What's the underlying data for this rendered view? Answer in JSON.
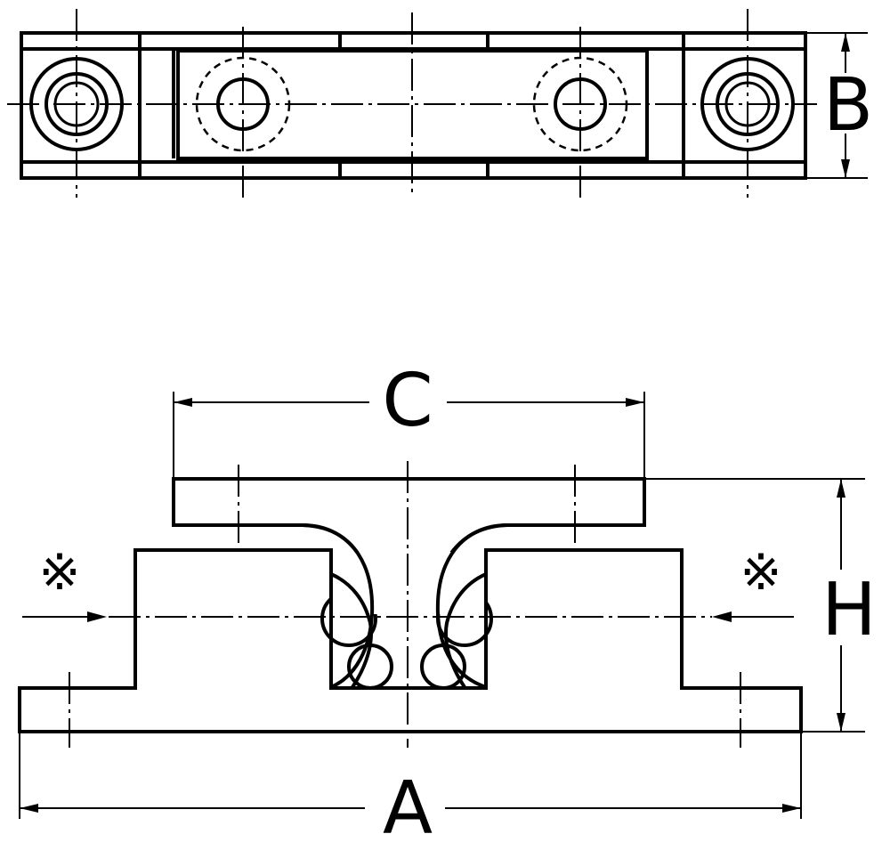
{
  "diagram": {
    "dimension_labels": {
      "width_label": "B",
      "span_label": "C",
      "height_label": "H",
      "length_label": "A"
    },
    "reference_marks": {
      "left": "※",
      "right": "※"
    }
  }
}
